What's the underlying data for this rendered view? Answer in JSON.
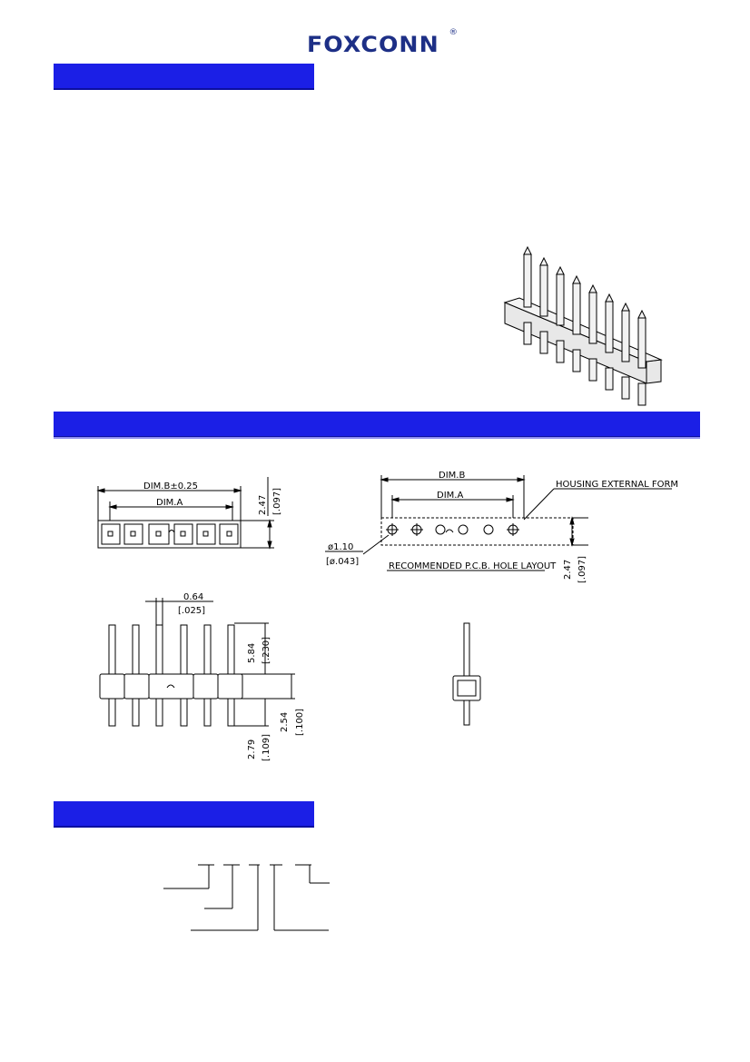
{
  "header": {
    "logo_text": "FOXCONN",
    "registered_mark": "®"
  },
  "drawing": {
    "top_view": {
      "dim_b_label": "DIM.B±0.25",
      "dim_a_label": "DIM.A",
      "height_mm": "2.47",
      "height_in": "[.097]"
    },
    "pcb_layout": {
      "dim_b_label": "DIM.B",
      "dim_a_label": "DIM.A",
      "housing_label": "HOUSING EXTERNAL FORM",
      "hole_dia_mm": "ø1.10",
      "hole_dia_in": "[ø.043]",
      "layout_label": "RECOMMENDED P.C.B. HOLE LAYOUT",
      "height_mm": "2.47",
      "height_in": "[.097]"
    },
    "front_view": {
      "pin_width_mm": "0.64",
      "pin_width_in": "[.025]",
      "upper_pin_mm": "5.84",
      "upper_pin_in": "[.230]",
      "pitch_mm": "2.54",
      "pitch_in": "[.100]",
      "lower_pin_mm": "2.79",
      "lower_pin_in": "[.109]"
    }
  },
  "colors": {
    "section_bar": "#1b1fe6",
    "logo": "#1d2f86"
  }
}
